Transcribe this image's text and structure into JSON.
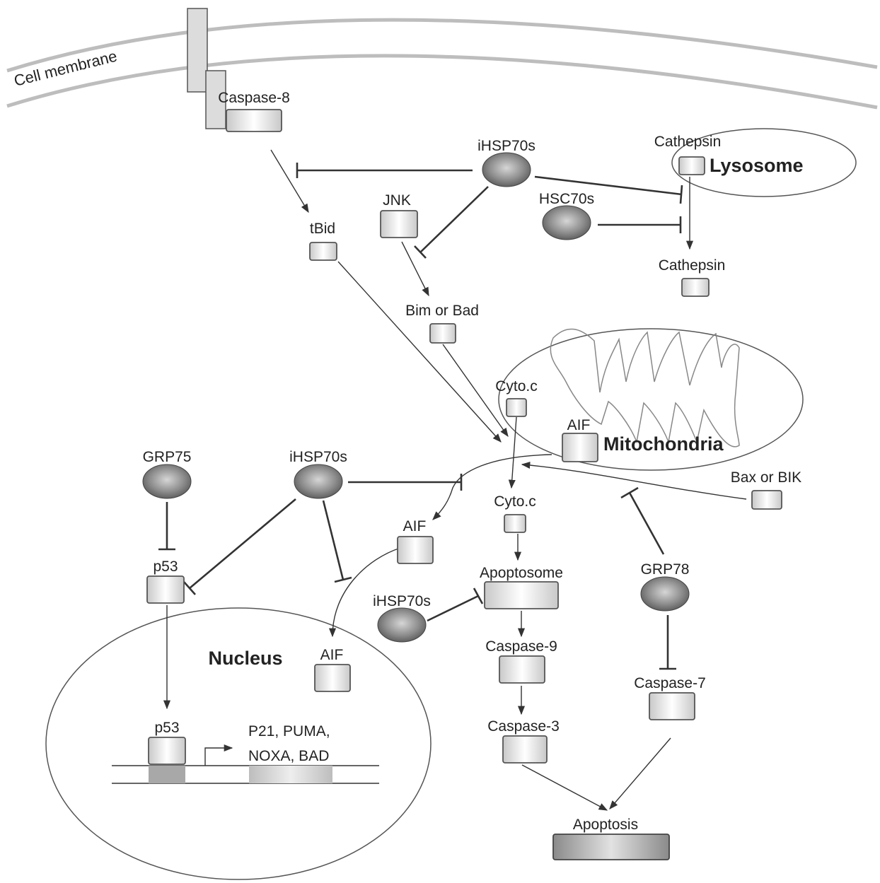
{
  "labels": {
    "cell_membrane": "Cell membrane",
    "caspase8": "Caspase-8",
    "ihsp70s_top": "iHSP70s",
    "cathepsin_lysosome": "Cathepsin",
    "lysosome": "Lysosome",
    "jnk": "JNK",
    "hsc70s": "HSC70s",
    "tbid": "tBid",
    "cathepsin_released": "Cathepsin",
    "bim_bad": "Bim or Bad",
    "cytoc_mito": "Cyto.c",
    "aif_mito": "AIF",
    "mitochondria": "Mitochondria",
    "grp75": "GRP75",
    "ihsp70s_mid": "iHSP70s",
    "bax_bik": "Bax or BIK",
    "cytoc_cyto": "Cyto.c",
    "aif_cyto": "AIF",
    "p53_cyto": "p53",
    "apoptosome": "Apoptosome",
    "grp78": "GRP78",
    "ihsp70s_low": "iHSP70s",
    "nucleus": "Nucleus",
    "aif_nucleus": "AIF",
    "caspase9": "Caspase-9",
    "caspase7": "Caspase-7",
    "p53_nucleus": "p53",
    "target_genes_line1": "P21, PUMA,",
    "target_genes_line2": "NOXA, BAD",
    "caspase3": "Caspase-3",
    "apoptosis": "Apoptosis"
  }
}
